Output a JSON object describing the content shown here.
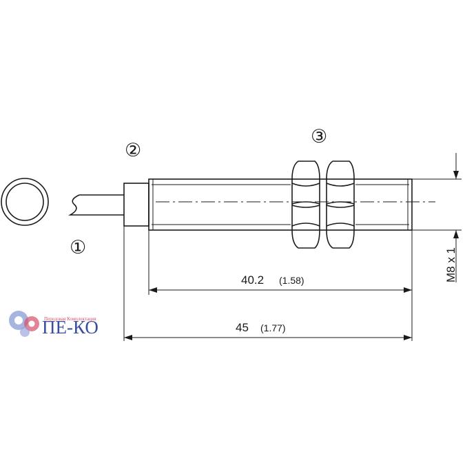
{
  "callouts": {
    "cable": "①",
    "housing": "②",
    "nuts": "③"
  },
  "dimensions": {
    "thread_length": "40.2",
    "thread_length_in": "(1.58)",
    "total_length": "45",
    "total_length_in": "(1.77)",
    "thread": "M8 x 1"
  },
  "logo": {
    "name": "ПЕ-КО",
    "tagline": "Передовая Комплектация"
  },
  "colors": {
    "line": "#1a1a1a",
    "logo_blue": "#3a4ea0",
    "logo_red": "#d6506a"
  }
}
